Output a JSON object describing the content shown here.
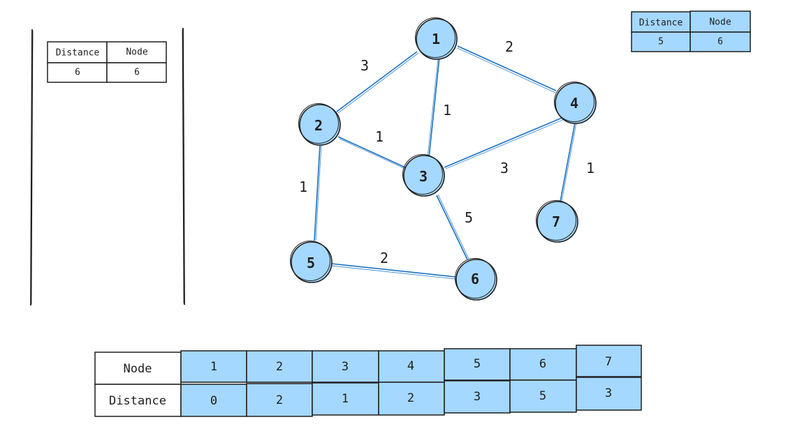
{
  "graph": {
    "nodes": [
      {
        "id": "1",
        "label": "1"
      },
      {
        "id": "2",
        "label": "2"
      },
      {
        "id": "3",
        "label": "3"
      },
      {
        "id": "4",
        "label": "4"
      },
      {
        "id": "5",
        "label": "5"
      },
      {
        "id": "6",
        "label": "6"
      },
      {
        "id": "7",
        "label": "7"
      }
    ],
    "edges": [
      {
        "from": "1",
        "to": "2",
        "weight": "3"
      },
      {
        "from": "1",
        "to": "3",
        "weight": "1"
      },
      {
        "from": "1",
        "to": "4",
        "weight": "2"
      },
      {
        "from": "2",
        "to": "3",
        "weight": "1"
      },
      {
        "from": "2",
        "to": "5",
        "weight": "1"
      },
      {
        "from": "3",
        "to": "4",
        "weight": "3"
      },
      {
        "from": "3",
        "to": "6",
        "weight": "5"
      },
      {
        "from": "4",
        "to": "7",
        "weight": "1"
      },
      {
        "from": "5",
        "to": "6",
        "weight": "2"
      }
    ]
  },
  "stack_table": {
    "headers": [
      "Distance",
      "Node"
    ],
    "row": [
      "6",
      "6"
    ]
  },
  "current_table": {
    "headers": [
      "Distance",
      "Node"
    ],
    "row": [
      "5",
      "6"
    ]
  },
  "distance_table": {
    "row_headers": [
      "Node",
      "Distance"
    ],
    "nodes": [
      "1",
      "2",
      "3",
      "4",
      "5",
      "6",
      "7"
    ],
    "distances": [
      "0",
      "2",
      "1",
      "2",
      "3",
      "5",
      "3"
    ]
  },
  "colors": {
    "fill": "#a5d8ff",
    "edge": "#1971c2",
    "stroke": "#1e1e1e"
  }
}
